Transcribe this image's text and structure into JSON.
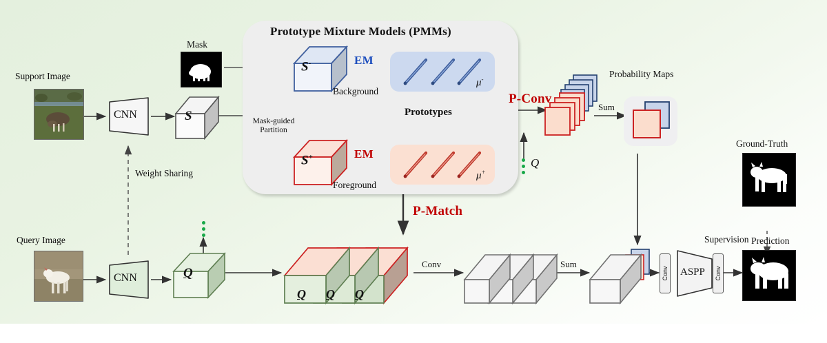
{
  "figure": {
    "title": "Prototype Mixture Models (PMMs) few-shot segmentation pipeline"
  },
  "pmms": {
    "title": "Prototype Mixture Models (PMMs)",
    "prototypes_label": "Prototypes",
    "background_cube_letter": "S",
    "background_cube_sup": "-",
    "background_caption": "Background",
    "foreground_cube_letter": "S",
    "foreground_cube_sup": "+",
    "foreground_caption": "Foreground",
    "em_background": "EM",
    "em_foreground": "EM",
    "mu_background": "μ",
    "mu_background_sup": "-",
    "mu_foreground": "μ",
    "mu_foreground_sup": "+",
    "mask_guided_partition": "Mask-guided\nPartition",
    "mask_guided_partition_line1": "Mask-guided",
    "mask_guided_partition_line2": "Partition",
    "prototype_count": 3,
    "colors": {
      "panel": "#eeeeee",
      "background_accent": "#3f5f9e",
      "foreground_accent": "#c00000",
      "em_blue": "#1e4fbe",
      "em_red": "#c00000"
    }
  },
  "support_branch": {
    "image_label": "Support Image",
    "mask_label": "Mask",
    "cnn_label": "CNN",
    "feature_cube_letter": "S"
  },
  "query_branch": {
    "image_label": "Query Image",
    "cnn_label": "CNN",
    "feature_cube_letter": "Q",
    "matched_cube_letters": [
      "Q",
      "Q",
      "Q"
    ],
    "conv_label": "Conv",
    "sum_label": "Sum"
  },
  "pconv": {
    "label": "P-Conv",
    "query_symbol": "Q",
    "sum_label": "Sum",
    "probability_maps_label": "Probability Maps",
    "map_count": 4
  },
  "pmatch": {
    "label": "P-Match"
  },
  "weight_sharing": {
    "label": "Weight Sharing"
  },
  "decoder": {
    "conv_in_label": "Conv",
    "aspp_label": "ASPP",
    "conv_out_label": "Conv"
  },
  "outputs": {
    "ground_truth_label": "Ground-Truth",
    "prediction_label": "Prediction",
    "supervision_label": "Supervision"
  },
  "colors": {
    "background_start": "#e4f0de",
    "background_end": "#ffffff",
    "green_cube_fill": "#dfeedb",
    "green_cube_stroke": "#5f7f52",
    "red_cube_stroke": "#cc2222",
    "red_cube_fill": "#fbe2d8",
    "blue_cube_stroke": "#3f5f9e",
    "blue_cube_fill": "#dfe7f4",
    "gray_cube_fill": "#f2f2f2",
    "gray_cube_stroke": "#707070",
    "arrow": "#333333",
    "dot_green": "#18a848"
  }
}
